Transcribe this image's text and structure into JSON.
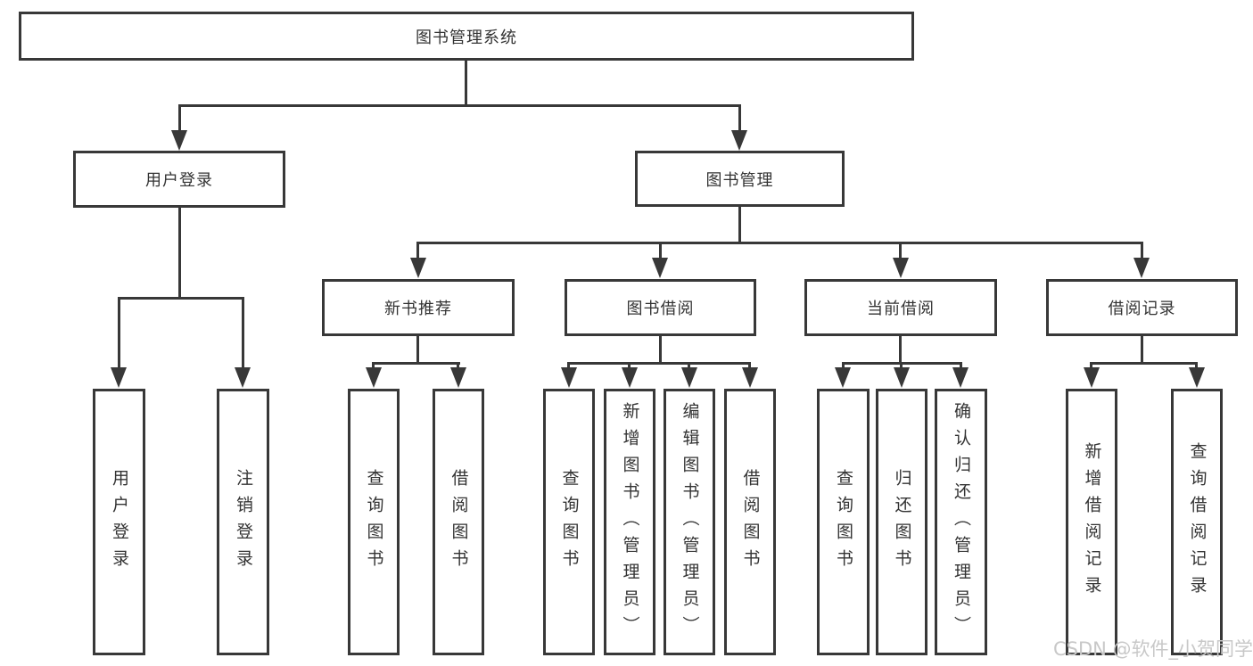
{
  "nodes": {
    "root": "图书管理系统",
    "level2": [
      "用户登录",
      "图书管理"
    ],
    "level3": [
      "新书推荐",
      "图书借阅",
      "当前借阅",
      "借阅记录"
    ],
    "leaves_user_login": [
      "用户登录",
      "注销登录"
    ],
    "leaves_new_book": [
      "查询图书",
      "借阅图书"
    ],
    "leaves_book_borrow": [
      "查询图书",
      "新增图书（管理员）",
      "编辑图书（管理员）",
      "借阅图书"
    ],
    "leaves_current_borrow": [
      "查询图书",
      "归还图书",
      "确认归还（管理员）"
    ],
    "leaves_borrow_record": [
      "新增借阅记录",
      "查询借阅记录"
    ]
  },
  "watermark": {
    "text": "CSDN @软件_小贺同学"
  },
  "colors": {
    "line": "#383838",
    "text": "#333333",
    "watermark": "#c8c8c8",
    "background": "#ffffff"
  }
}
